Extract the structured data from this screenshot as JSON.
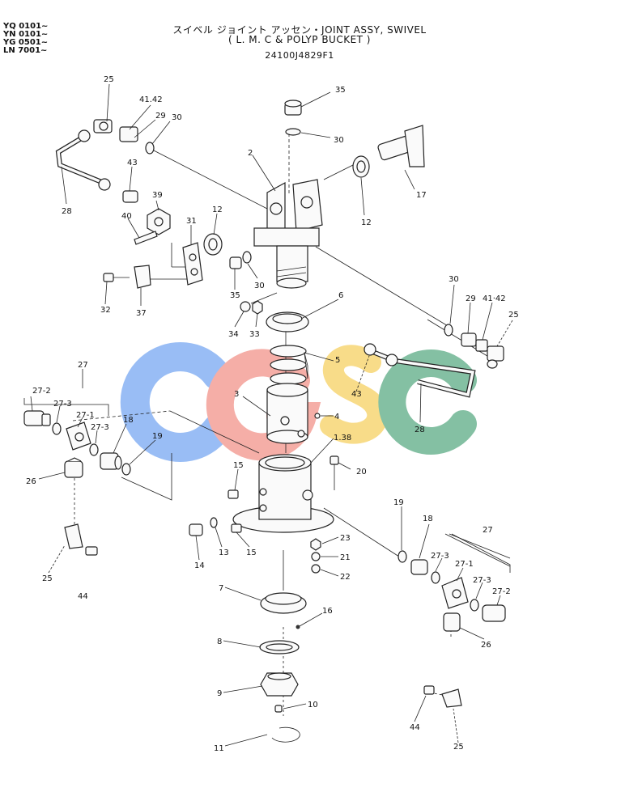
{
  "header": {
    "serials": [
      "YQ 0101~",
      "YN 0101~",
      "YG 0501~",
      "LN 7001~"
    ],
    "title": "スイベル ジョイント アッセン・JOINT ASSY, SWIVEL",
    "subtitle": "( L. M. C & POLYP BUCKET )",
    "part_number": "24100J4829F1"
  },
  "watermark": {
    "letters": [
      "C",
      "G",
      "S",
      "C"
    ],
    "colors": [
      "#5b96f0",
      "#ef7d72",
      "#f5c842",
      "#3a9a6c"
    ]
  },
  "callouts": {
    "c1": "35",
    "c2": "30",
    "c3": "17",
    "c4": "12",
    "c5": "25",
    "c6": "41.42",
    "c7": "29",
    "c8": "30",
    "c9": "2",
    "c10": "43",
    "c11": "28",
    "c12": "39",
    "c13": "40",
    "c14": "31",
    "c15": "12",
    "c16": "32",
    "c17": "37",
    "c18": "35",
    "c19": "30",
    "c20": "34",
    "c21": "33",
    "c22": "6",
    "c23": "30",
    "c24": "29",
    "c25": "41·42",
    "c26": "25",
    "c27": "5",
    "c28": "43",
    "c29": "28",
    "c30": "3",
    "c31": "4",
    "c32": "1.38",
    "c33": "27",
    "c34": "27-2",
    "c35": "27-3",
    "c36": "27-1",
    "c37": "27-3",
    "c38": "18",
    "c39": "19",
    "c40": "26",
    "c41": "15",
    "c42": "20",
    "c43": "13",
    "c44": "14",
    "c45": "15",
    "c46": "23",
    "c47": "21",
    "c48": "22",
    "c49": "25",
    "c50": "44",
    "c51": "19",
    "c52": "18",
    "c53": "27",
    "c54": "27-3",
    "c55": "27-1",
    "c56": "27-3",
    "c57": "27-2",
    "c58": "26",
    "c59": "7",
    "c60": "16",
    "c61": "8",
    "c62": "9",
    "c63": "10",
    "c64": "11",
    "c65": "44",
    "c66": "25"
  }
}
